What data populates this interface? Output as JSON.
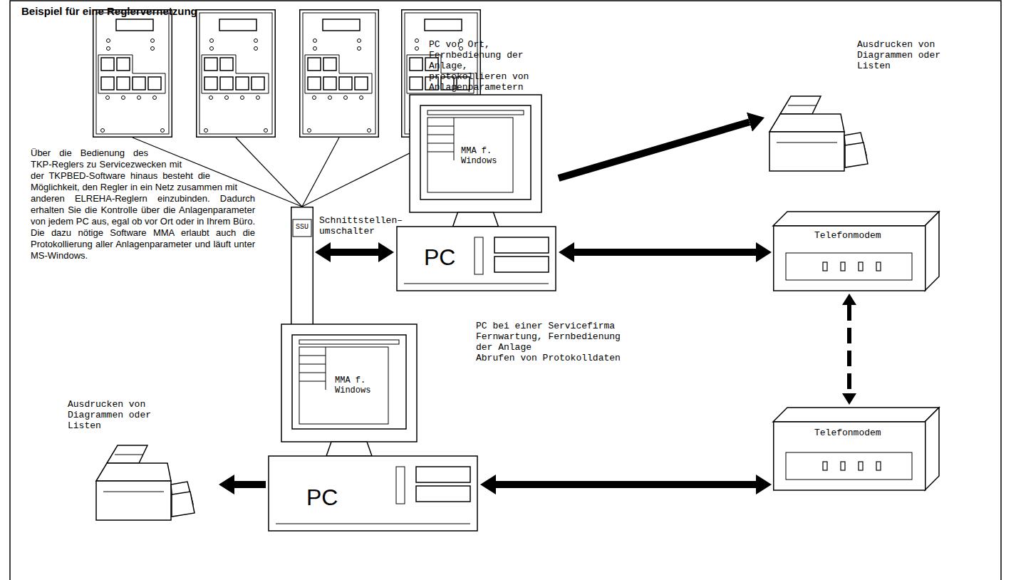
{
  "diagram": {
    "title": "Beispiel für eine Reglervernetzung",
    "nodes": [
      {
        "text": [
          "SSU",
          "Schnittstellen– umschalter"
        ]
      },
      {
        "text": [
          "PC vor Ort, Fernbedienung der Anlage, protokollieren von Anlagenparametern",
          "MMA f. Windows",
          "PC"
        ]
      },
      {
        "text": [
          "Ausdrucken von Diagrammen oder Listen"
        ]
      },
      {
        "text": [
          "Telefonmodem"
        ]
      },
      {
        "text": [
          "Telefonmodem"
        ]
      },
      {
        "text": [
          "PC bei einer Servicefirma Fernwartung, Fernbedienung der Anlage",
          "Abrufen von Protokolldaten",
          "MMA f. Windows",
          "PC"
        ]
      },
      {
        "text": [
          "Ausdrucken von Diagrammen oder Listen"
        ]
      }
    ],
    "edges": [
      {
        "from": 0,
        "to": 1,
        "arrow": "both"
      },
      {
        "from": 1,
        "to": 2,
        "arrow": "to"
      },
      {
        "from": 1,
        "to": 3,
        "arrow": "both"
      },
      {
        "from": 3,
        "to": 4,
        "arrow": "both"
      },
      {
        "from": 4,
        "to": 5,
        "arrow": "both"
      },
      {
        "from": 5,
        "to": 6,
        "arrow": "to"
      }
    ],
    "labels": [
      "Über die Bedienung des TKP-Reglers zu Servicezwecken mit der TKPBED-Software hinaus besteht die Möglichkeit, den Regler in ein Netz zusammen mit anderen ELREHA-Reglern einzubinden. Dadurch erhalten Sie die Kontrolle über die Anlagenparameter von jedem PC aus, egal ob vor Ort oder in Ihrem Büro. Die dazu nötige Software MMA erlaubt auch die Protokollierung aller Anlagenparameter und läuft unter MS-Windows."
    ]
  }
}
